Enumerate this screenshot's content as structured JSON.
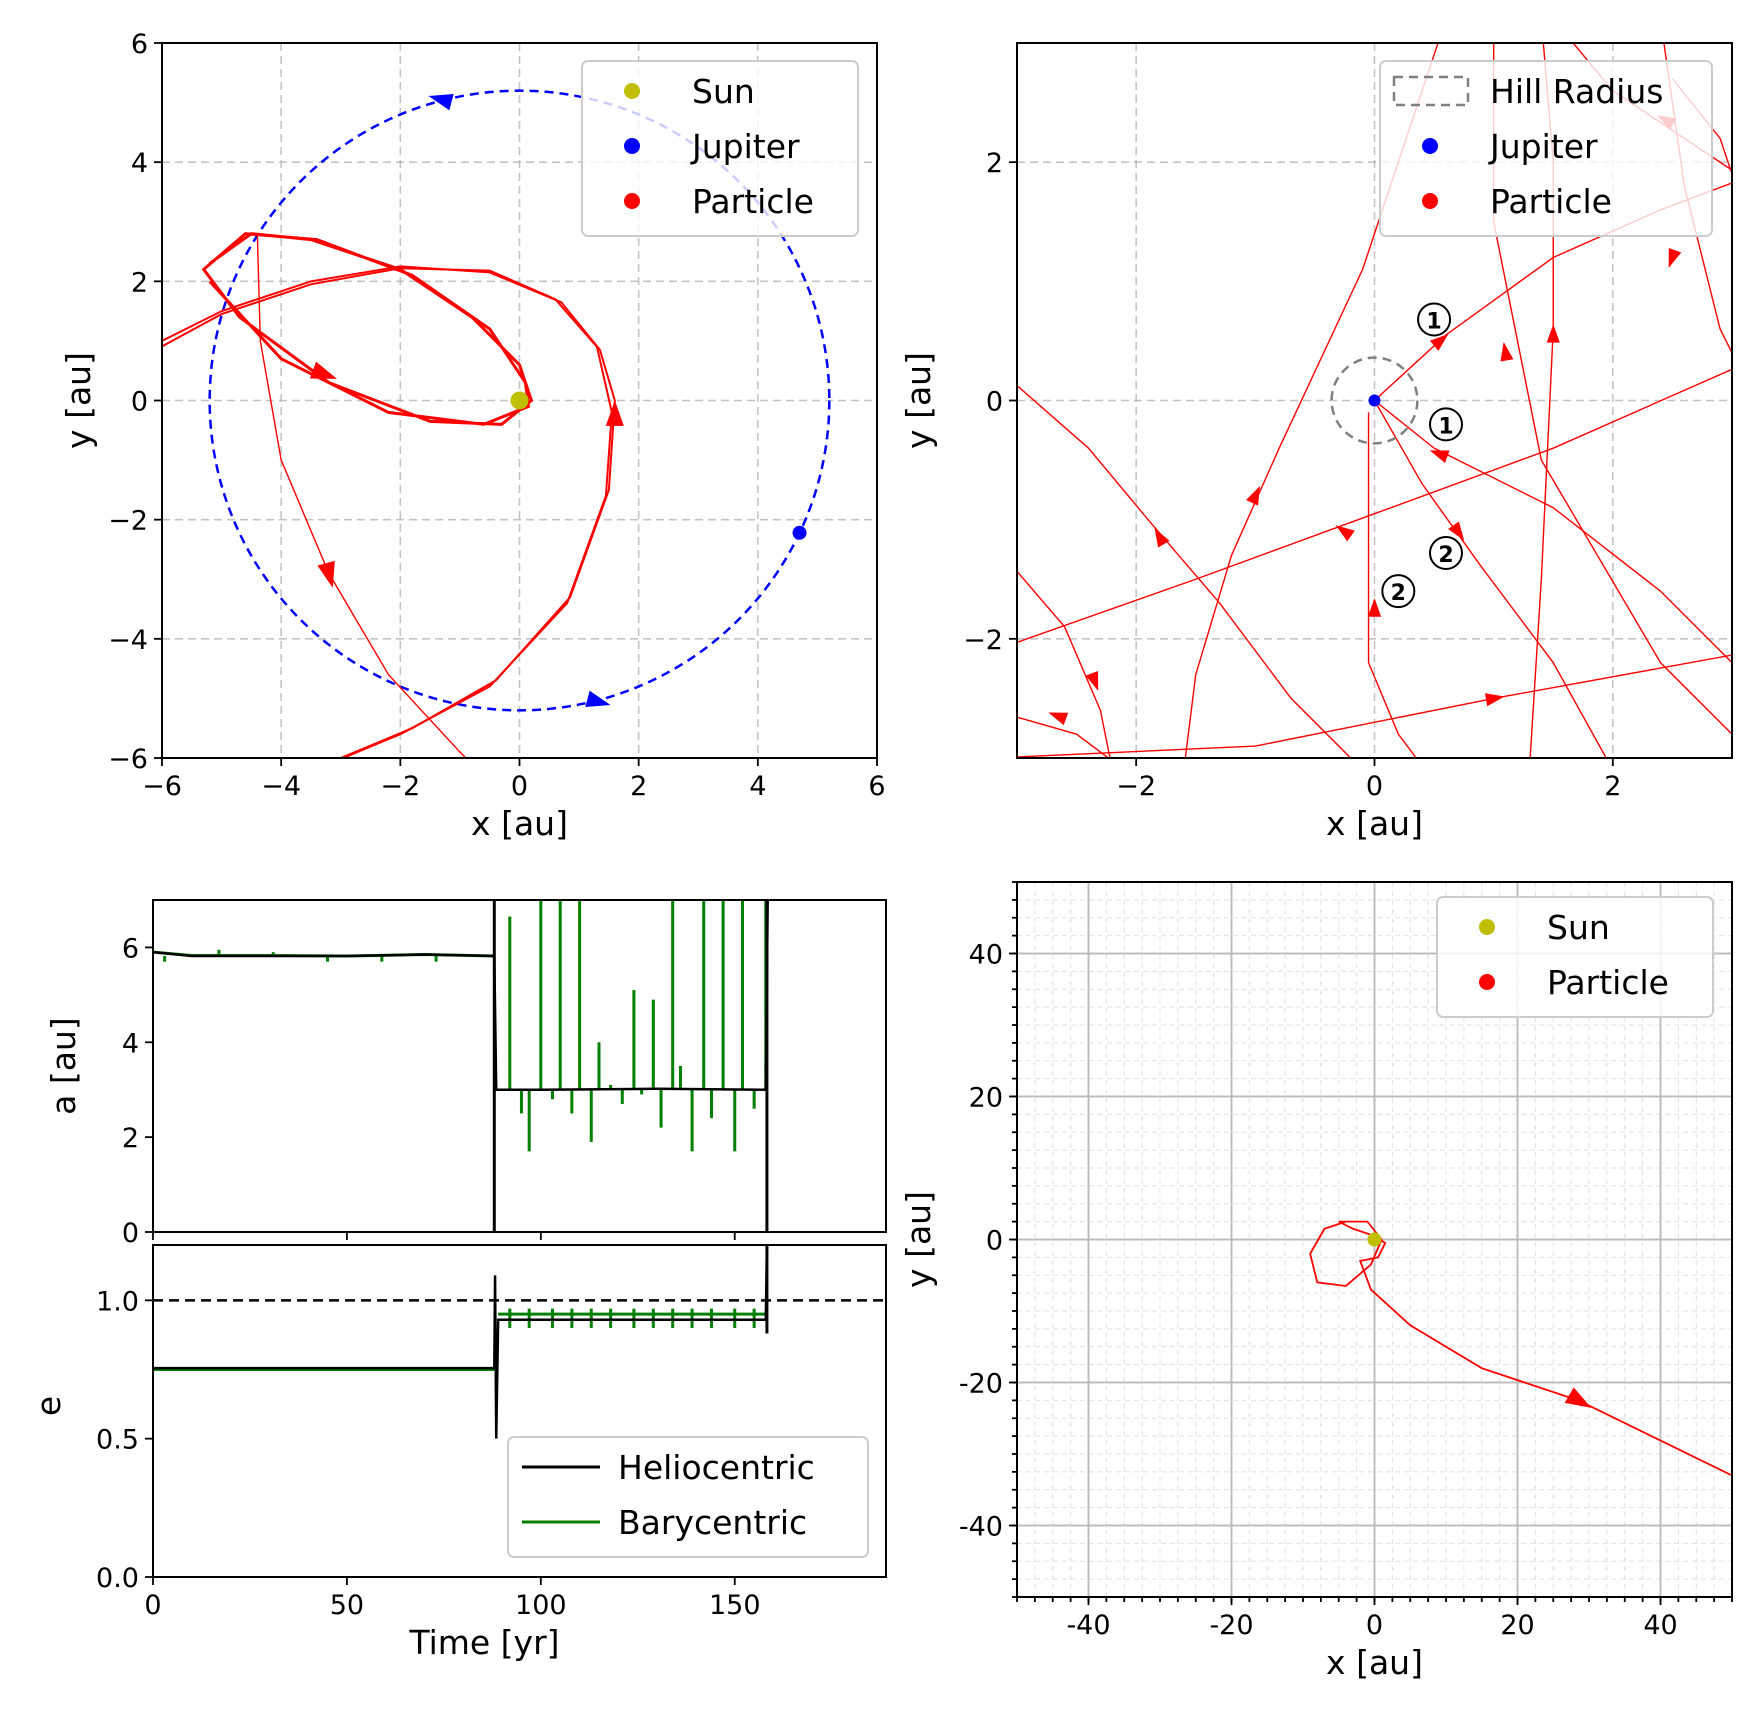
{
  "chart_data": [
    {
      "panel": "top-left",
      "type": "line",
      "xlabel": "x [au]",
      "ylabel": "y [au]",
      "xlim": [
        -6,
        6
      ],
      "ylim": [
        -6,
        6
      ],
      "xticks": [
        -6,
        -4,
        -2,
        0,
        2,
        4,
        6
      ],
      "yticks": [
        -6,
        -4,
        -2,
        0,
        2,
        4,
        6
      ],
      "grid": true,
      "legend_position": "top-right",
      "legend": [
        {
          "label": "Sun",
          "color": "#bfbf00"
        },
        {
          "label": "Jupiter",
          "color": "#0000ff"
        },
        {
          "label": "Particle",
          "color": "#ff0000"
        }
      ],
      "sun": {
        "x": 0,
        "y": 0
      },
      "jupiter": {
        "x": 4.7,
        "y": -2.22
      },
      "jupiter_orbit": {
        "radius_au": 5.2,
        "style": "dashed",
        "color": "#0000ff"
      },
      "particle_path": [
        [
          -6.2,
          0.8
        ],
        [
          -5.0,
          1.45
        ],
        [
          -3.5,
          1.95
        ],
        [
          -2.0,
          2.22
        ],
        [
          -0.5,
          2.18
        ],
        [
          0.6,
          1.7
        ],
        [
          1.3,
          0.9
        ],
        [
          1.55,
          -0.2
        ],
        [
          1.45,
          -1.6
        ],
        [
          0.8,
          -3.4
        ],
        [
          -0.5,
          -4.8
        ],
        [
          -2.0,
          -5.6
        ],
        [
          -3.2,
          -6.1
        ],
        [
          -3.0,
          -6.0
        ],
        [
          -1.8,
          -5.5
        ],
        [
          -0.4,
          -4.7
        ],
        [
          0.85,
          -3.3
        ],
        [
          1.5,
          -1.5
        ],
        [
          1.6,
          0.0
        ],
        [
          1.35,
          0.85
        ],
        [
          0.7,
          1.65
        ],
        [
          -0.5,
          2.15
        ],
        [
          -2.0,
          2.25
        ],
        [
          -3.5,
          2.0
        ],
        [
          -5.0,
          1.5
        ],
        [
          -6.2,
          0.9
        ],
        [
          -5.2,
          2.3
        ],
        [
          -4.5,
          2.8
        ],
        [
          -3.5,
          2.7
        ],
        [
          -2.0,
          2.2
        ],
        [
          -0.8,
          1.4
        ],
        [
          0.0,
          0.6
        ],
        [
          0.2,
          0.0
        ],
        [
          -0.3,
          -0.4
        ],
        [
          -1.5,
          -0.35
        ],
        [
          -3.2,
          0.3
        ],
        [
          -4.7,
          1.4
        ],
        [
          -5.3,
          2.2
        ],
        [
          -4.6,
          2.8
        ],
        [
          -3.4,
          2.7
        ],
        [
          -1.8,
          2.1
        ],
        [
          -0.5,
          1.2
        ],
        [
          0.1,
          0.3
        ],
        [
          0.15,
          -0.1
        ],
        [
          -0.6,
          -0.4
        ],
        [
          -2.2,
          -0.2
        ],
        [
          -4.0,
          0.7
        ],
        [
          -5.2,
          2.0
        ]
      ]
    },
    {
      "panel": "top-right",
      "type": "line",
      "xlabel": "x [au]",
      "ylabel": "y [au]",
      "xlim": [
        -3,
        3
      ],
      "ylim": [
        -3,
        3
      ],
      "xticks": [
        -2,
        0,
        2
      ],
      "yticks": [
        -2,
        0,
        2
      ],
      "grid": true,
      "legend_position": "top-right",
      "legend": [
        {
          "label": "Hill Radius",
          "color": "#808080"
        },
        {
          "label": "Jupiter",
          "color": "#0000ff"
        },
        {
          "label": "Particle",
          "color": "#ff0000"
        }
      ],
      "jupiter": {
        "x": 0,
        "y": 0
      },
      "hill_radius_au": 0.36,
      "annotations": [
        {
          "text": "①",
          "x": 0.5,
          "y": 0.68
        },
        {
          "text": "①",
          "x": 0.6,
          "y": -0.2
        },
        {
          "text": "②",
          "x": 0.6,
          "y": -1.28
        },
        {
          "text": "②",
          "x": 0.2,
          "y": -1.6
        }
      ]
    },
    {
      "panel": "bottom-left-top",
      "type": "line",
      "ylabel": "a [au]",
      "xlim": [
        0,
        189
      ],
      "ylim": [
        0,
        7
      ],
      "yticks": [
        0,
        2,
        4,
        6
      ],
      "series": [
        {
          "name": "Heliocentric",
          "color": "#000000",
          "x": [
            0,
            10,
            30,
            50,
            70,
            88,
            88.5,
            100,
            130,
            158,
            158.5
          ],
          "values": [
            5.9,
            5.82,
            5.82,
            5.82,
            5.85,
            5.82,
            3.0,
            3.0,
            3.02,
            3.0,
            7
          ]
        },
        {
          "name": "Barycentric",
          "color": "#008000",
          "spike_times": [
            3,
            17,
            31,
            45,
            59,
            73,
            92,
            95,
            97,
            100,
            103,
            105,
            108,
            110,
            113,
            115,
            118,
            121,
            124,
            126,
            129,
            131,
            134,
            136,
            139,
            142,
            144,
            147,
            150,
            152,
            155,
            158
          ],
          "spike_values": [
            5.7,
            5.95,
            5.9,
            5.7,
            5.7,
            5.7,
            6.65,
            2.5,
            1.7,
            7.2,
            2.8,
            7.2,
            2.5,
            7.2,
            1.9,
            4.0,
            3.1,
            2.7,
            5.1,
            2.9,
            4.9,
            2.2,
            7.2,
            3.5,
            1.7,
            7.2,
            2.4,
            7.2,
            1.7,
            7.2,
            2.6,
            7.2
          ]
        }
      ]
    },
    {
      "panel": "bottom-left-bottom",
      "type": "line",
      "xlabel": "Time [yr]",
      "ylabel": "e",
      "xlim": [
        0,
        189
      ],
      "ylim": [
        0,
        1.2
      ],
      "xticks": [
        0,
        50,
        100,
        150
      ],
      "yticks": [
        0.0,
        0.5,
        1.0
      ],
      "reference_line": {
        "y": 1.0,
        "style": "dashed",
        "color": "#000000"
      },
      "legend_position": "bottom-right",
      "legend": [
        {
          "label": "Heliocentric",
          "color": "#000000"
        },
        {
          "label": "Barycentric",
          "color": "#008000"
        }
      ],
      "series": [
        {
          "name": "Heliocentric",
          "x": [
            0,
            88,
            88.2,
            88.5,
            89,
            158,
            158.3
          ],
          "values": [
            0.755,
            0.755,
            1.09,
            0.5,
            0.93,
            0.93,
            1.2
          ]
        },
        {
          "name": "Barycentric",
          "x": [
            0,
            88,
            89,
            158
          ],
          "values": [
            0.75,
            0.75,
            0.95,
            0.95
          ]
        }
      ]
    },
    {
      "panel": "bottom-right",
      "type": "line",
      "xlabel": "x [au]",
      "ylabel": "y [au]",
      "xlim": [
        -50,
        50
      ],
      "ylim": [
        -50,
        50
      ],
      "xticks": [
        -40,
        -20,
        0,
        20,
        40
      ],
      "yticks": [
        -40,
        -20,
        0,
        20,
        40
      ],
      "grid": true,
      "legend_position": "top-right",
      "legend": [
        {
          "label": "Sun",
          "color": "#bfbf00"
        },
        {
          "label": "Particle",
          "color": "#ff0000"
        }
      ],
      "sun": {
        "x": 0,
        "y": 0
      },
      "particle_path": [
        [
          -4,
          2.5
        ],
        [
          -7,
          1.5
        ],
        [
          -9,
          -2
        ],
        [
          -8,
          -6
        ],
        [
          -4,
          -6.5
        ],
        [
          -0.5,
          -3.5
        ],
        [
          1,
          0
        ],
        [
          -1,
          2.5
        ],
        [
          -5,
          2.5
        ],
        [
          -3,
          1.5
        ],
        [
          0,
          0.5
        ],
        [
          1.5,
          -0.5
        ],
        [
          0.5,
          -2.5
        ],
        [
          -2,
          -3
        ],
        [
          -0.5,
          -7
        ],
        [
          5,
          -12
        ],
        [
          15,
          -18
        ],
        [
          28.5,
          -22.5
        ],
        [
          50,
          -33
        ]
      ]
    }
  ]
}
